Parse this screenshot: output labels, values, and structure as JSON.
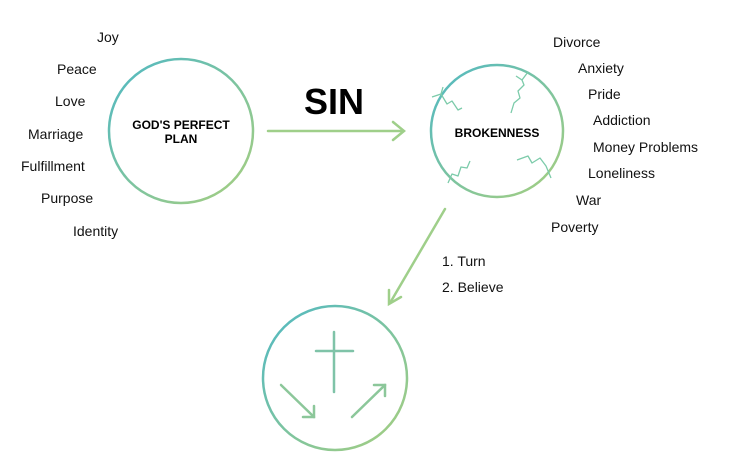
{
  "colors": {
    "gradient_start": "#4fb8c4",
    "gradient_end": "#a8cf7e",
    "arrow": "#9fcf8a",
    "crack": "#7ccbaa"
  },
  "plan": {
    "label_line1": "GOD'S PERFECT",
    "label_line2": "PLAN",
    "words": [
      "Joy",
      "Peace",
      "Love",
      "Marriage",
      "Fulfillment",
      "Purpose",
      "Identity"
    ]
  },
  "sin": {
    "label": "SIN"
  },
  "brokenness": {
    "label": "BROKENNESS",
    "words": [
      "Divorce",
      "Anxiety",
      "Pride",
      "Addiction",
      "Money Problems",
      "Loneliness",
      "War",
      "Poverty"
    ]
  },
  "steps": [
    "1. Turn",
    "2. Believe"
  ],
  "cross_circle": {
    "icons": [
      "cross-icon",
      "arrow-down-right-icon",
      "arrow-up-right-icon"
    ]
  }
}
